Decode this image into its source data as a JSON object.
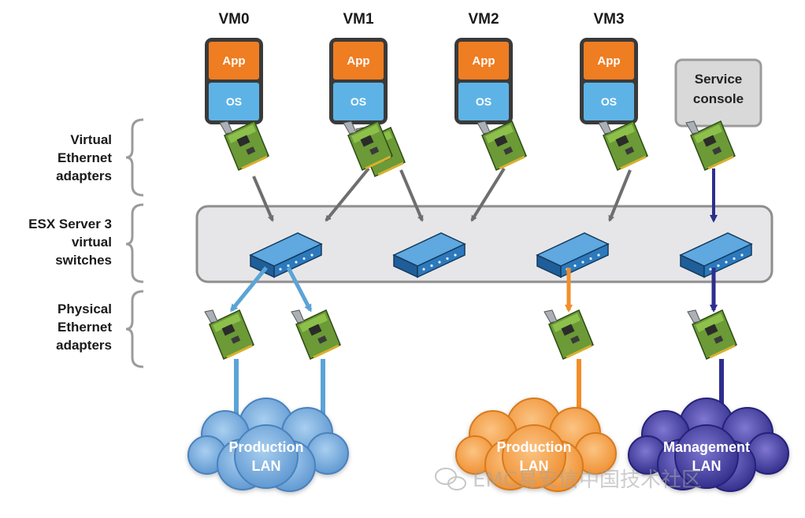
{
  "vms": [
    {
      "name": "VM0",
      "app": "App",
      "os": "OS"
    },
    {
      "name": "VM1",
      "app": "App",
      "os": "OS"
    },
    {
      "name": "VM2",
      "app": "App",
      "os": "OS"
    },
    {
      "name": "VM3",
      "app": "App",
      "os": "OS"
    }
  ],
  "service_console": {
    "line1": "Service",
    "line2": "console"
  },
  "left_labels": {
    "virtual_adapters": [
      "Virtual",
      "Ethernet",
      "adapters"
    ],
    "vswitches": [
      "ESX Server 3",
      "virtual",
      "switches"
    ],
    "physical_adapters": [
      "Physical",
      "Ethernet",
      "adapters"
    ]
  },
  "clouds": [
    {
      "line1": "Production",
      "line2": "LAN",
      "color": "#6fa6d6"
    },
    {
      "line1": "Production",
      "line2": "LAN",
      "color": "#f2a049"
    },
    {
      "line1": "Management",
      "line2": "LAN",
      "color": "#3f3a9c"
    }
  ],
  "watermark": "EMC易安信中国技术社区",
  "colors": {
    "app": "#ef7d22",
    "os": "#5eb3e6",
    "vm_frame": "#3b3b3b",
    "switch": "#2f7fc4",
    "switch_area": "#e6e6e9",
    "grey_link": "#777777",
    "blue_link": "#5ba4d6",
    "orange_link": "#f28e2b",
    "navy_link": "#2e2e8e",
    "nic_board": "#5c8a2e"
  }
}
